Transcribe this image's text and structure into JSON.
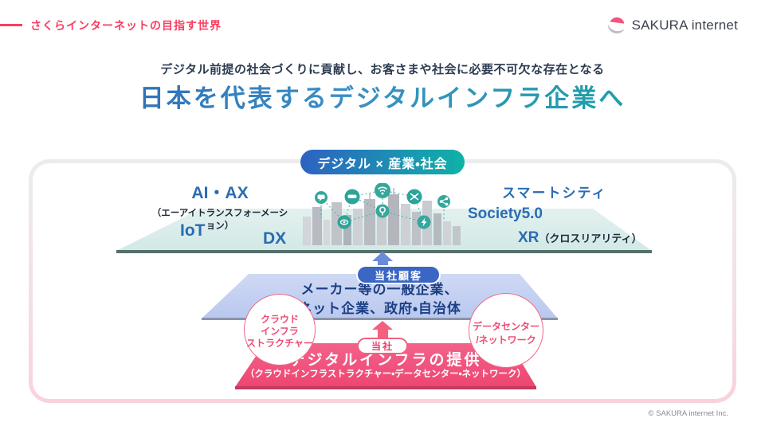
{
  "page": {
    "eyebrow": "さくらインターネットの目指す世界",
    "logo_text": "SAKURA internet",
    "subtitle": "デジタル前提の社会づくりに貢献し、お客さまや社会に必要不可欠な存在となる",
    "title": "日本を代表するデジタルインフラ企業へ",
    "copyright": "© SAKURA internet Inc."
  },
  "diagram": {
    "top_badge": "デジタル × 産業・社会",
    "society_layer": {
      "ai_ax": "AI・AX",
      "ai_ax_note": "（エーアイトランスフォーメーション）",
      "iot": "IoT",
      "dx": "DX",
      "smart_city": "スマートシティ",
      "society50": "Society5.0",
      "xr": "XR",
      "xr_note": "（クロスリアリティ）"
    },
    "customer_layer": {
      "badge": "当社顧客",
      "line1": "メーカー等の一般企業、",
      "line2": "ネット企業、政府・自治体"
    },
    "company_layer": {
      "badge": "当社",
      "title": "デジタルインフラの提供",
      "subtitle": "（クラウドインフラストラクチャー・データセンター・ネットワーク）"
    },
    "left_circle": {
      "lines": [
        "クラウド",
        "インフラ",
        "ストラクチャー"
      ]
    },
    "right_circle": {
      "lines": [
        "データセンター",
        "/ネットワーク"
      ]
    },
    "city_icon_names": [
      "chat-icon",
      "car-icon",
      "wifi-icon",
      "pin-icon",
      "drone-icon",
      "share-icon",
      "eye-icon",
      "bolt-icon"
    ]
  },
  "colors": {
    "accent_pink": "#fb3d60",
    "layer_pink": "#ed4672",
    "layer_blue": "#bfccf0",
    "layer_teal": "#d8ecea",
    "label_blue": "#2a6cb3",
    "badge_gradient_start": "#2d62c2",
    "badge_gradient_end": "#10b2a6",
    "title_gradient_start": "#2b5fae",
    "title_gradient_end": "#0fa79a"
  }
}
